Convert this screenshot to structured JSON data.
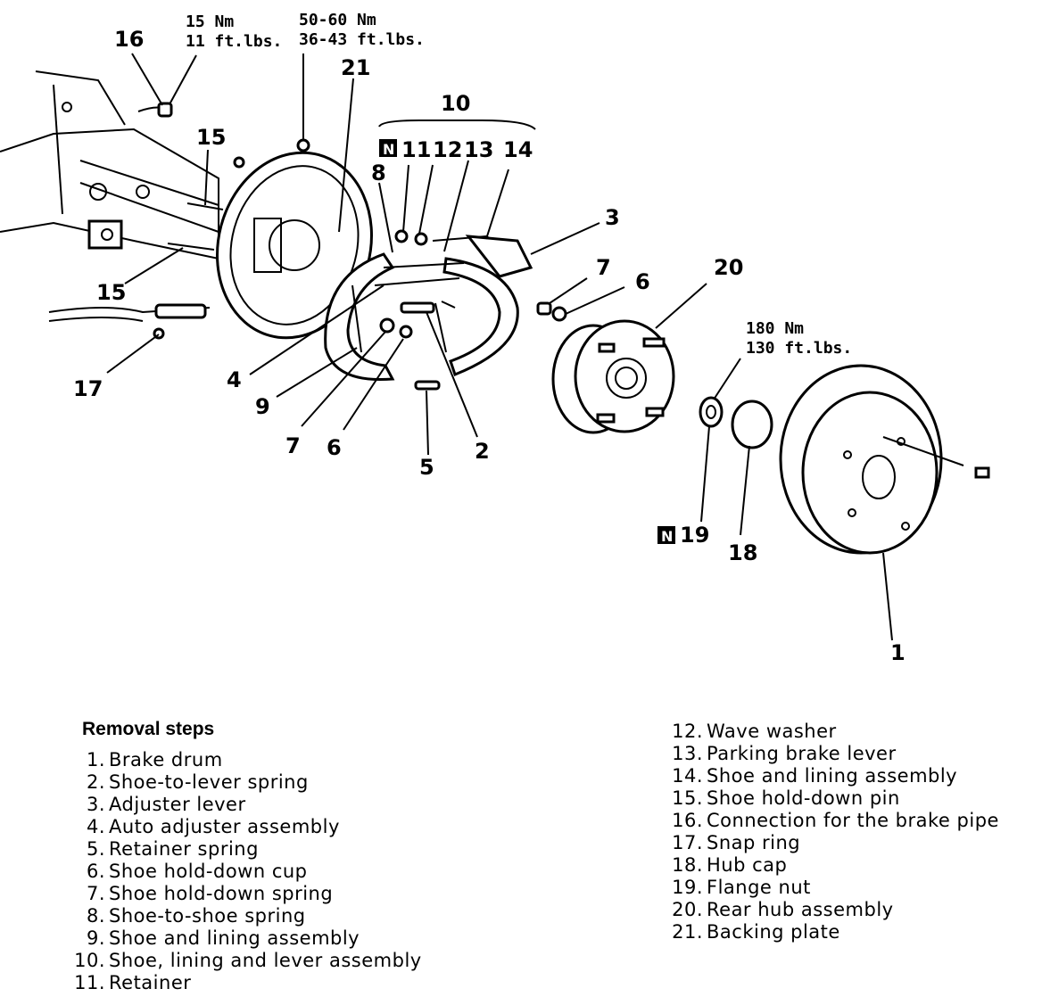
{
  "callouts": {
    "c1": "1",
    "c2": "2",
    "c3": "3",
    "c4": "4",
    "c5": "5",
    "c6a": "6",
    "c6b": "6",
    "c7a": "7",
    "c7b": "7",
    "c8": "8",
    "c9": "9",
    "c10": "10",
    "c11": "11",
    "c12": "12",
    "c13": "13",
    "c14": "14",
    "c15a": "15",
    "c15b": "15",
    "c16": "16",
    "c17": "17",
    "c18": "18",
    "c19": "19",
    "c20": "20",
    "c21": "21"
  },
  "new_part_mark": "N",
  "torque": {
    "brake_pipe": [
      "15 Nm",
      "11 ft.lbs."
    ],
    "backing_plate": [
      "50-60 Nm",
      "36-43 ft.lbs."
    ],
    "flange_nut": [
      "180 Nm",
      "130 ft.lbs."
    ]
  },
  "removal_title": "Removal steps",
  "steps_left": [
    {
      "num": "1.",
      "text": "Brake drum"
    },
    {
      "num": "2.",
      "text": "Shoe-to-lever spring"
    },
    {
      "num": "3.",
      "text": "Adjuster lever"
    },
    {
      "num": "4.",
      "text": "Auto adjuster assembly"
    },
    {
      "num": "5.",
      "text": "Retainer spring"
    },
    {
      "num": "6.",
      "text": "Shoe hold-down cup"
    },
    {
      "num": "7.",
      "text": "Shoe hold-down spring"
    },
    {
      "num": "8.",
      "text": "Shoe-to-shoe spring"
    },
    {
      "num": "9.",
      "text": "Shoe and lining assembly"
    },
    {
      "num": "10.",
      "text": "Shoe, lining and lever assembly"
    },
    {
      "num": "11.",
      "text": "Retainer"
    }
  ],
  "steps_right": [
    {
      "num": "12.",
      "text": "Wave washer"
    },
    {
      "num": "13.",
      "text": "Parking brake lever"
    },
    {
      "num": "14.",
      "text": "Shoe and lining assembly"
    },
    {
      "num": "15.",
      "text": "Shoe hold-down pin"
    },
    {
      "num": "16.",
      "text": "Connection for the brake pipe"
    },
    {
      "num": "17.",
      "text": "Snap ring"
    },
    {
      "num": "18.",
      "text": "Hub cap"
    },
    {
      "num": "19.",
      "text": "Flange nut"
    },
    {
      "num": "20.",
      "text": "Rear hub assembly"
    },
    {
      "num": "21.",
      "text": "Backing plate"
    }
  ]
}
